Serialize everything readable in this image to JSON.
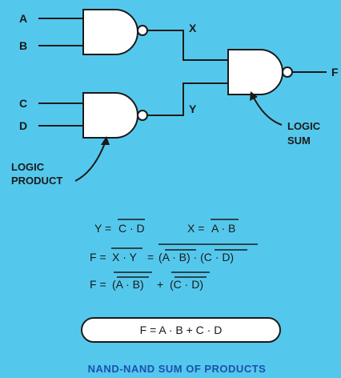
{
  "inputs": {
    "a": "A",
    "b": "B",
    "c": "C",
    "d": "D"
  },
  "outputs": {
    "x": "X",
    "y": "Y",
    "f": "F"
  },
  "annotations": {
    "logic_sum_line1": "LOGIC",
    "logic_sum_line2": "SUM",
    "logic_product_line1": "LOGIC",
    "logic_product_line2": "PRODUCT"
  },
  "equations": {
    "y_lhs": "Y =",
    "y_rhs": "C · D",
    "x_lhs": "X =",
    "x_rhs": "A · B",
    "f1_lhs": "F =",
    "f1_term1": "X · Y",
    "f1_eq": "=",
    "f1_term2": "(A · B) · (C · D)",
    "f2_lhs": "F =",
    "f2_term1": "(A · B)",
    "f2_plus": "+",
    "f2_term2": "(C · D)",
    "final": "F = A · B + C · D"
  },
  "title": "NAND-NAND SUM OF PRODUCTS",
  "colors": {
    "background": "#54c8ec",
    "gate_fill": "#ffffff",
    "line": "#1a1a1a",
    "title": "#1c4fb0"
  }
}
